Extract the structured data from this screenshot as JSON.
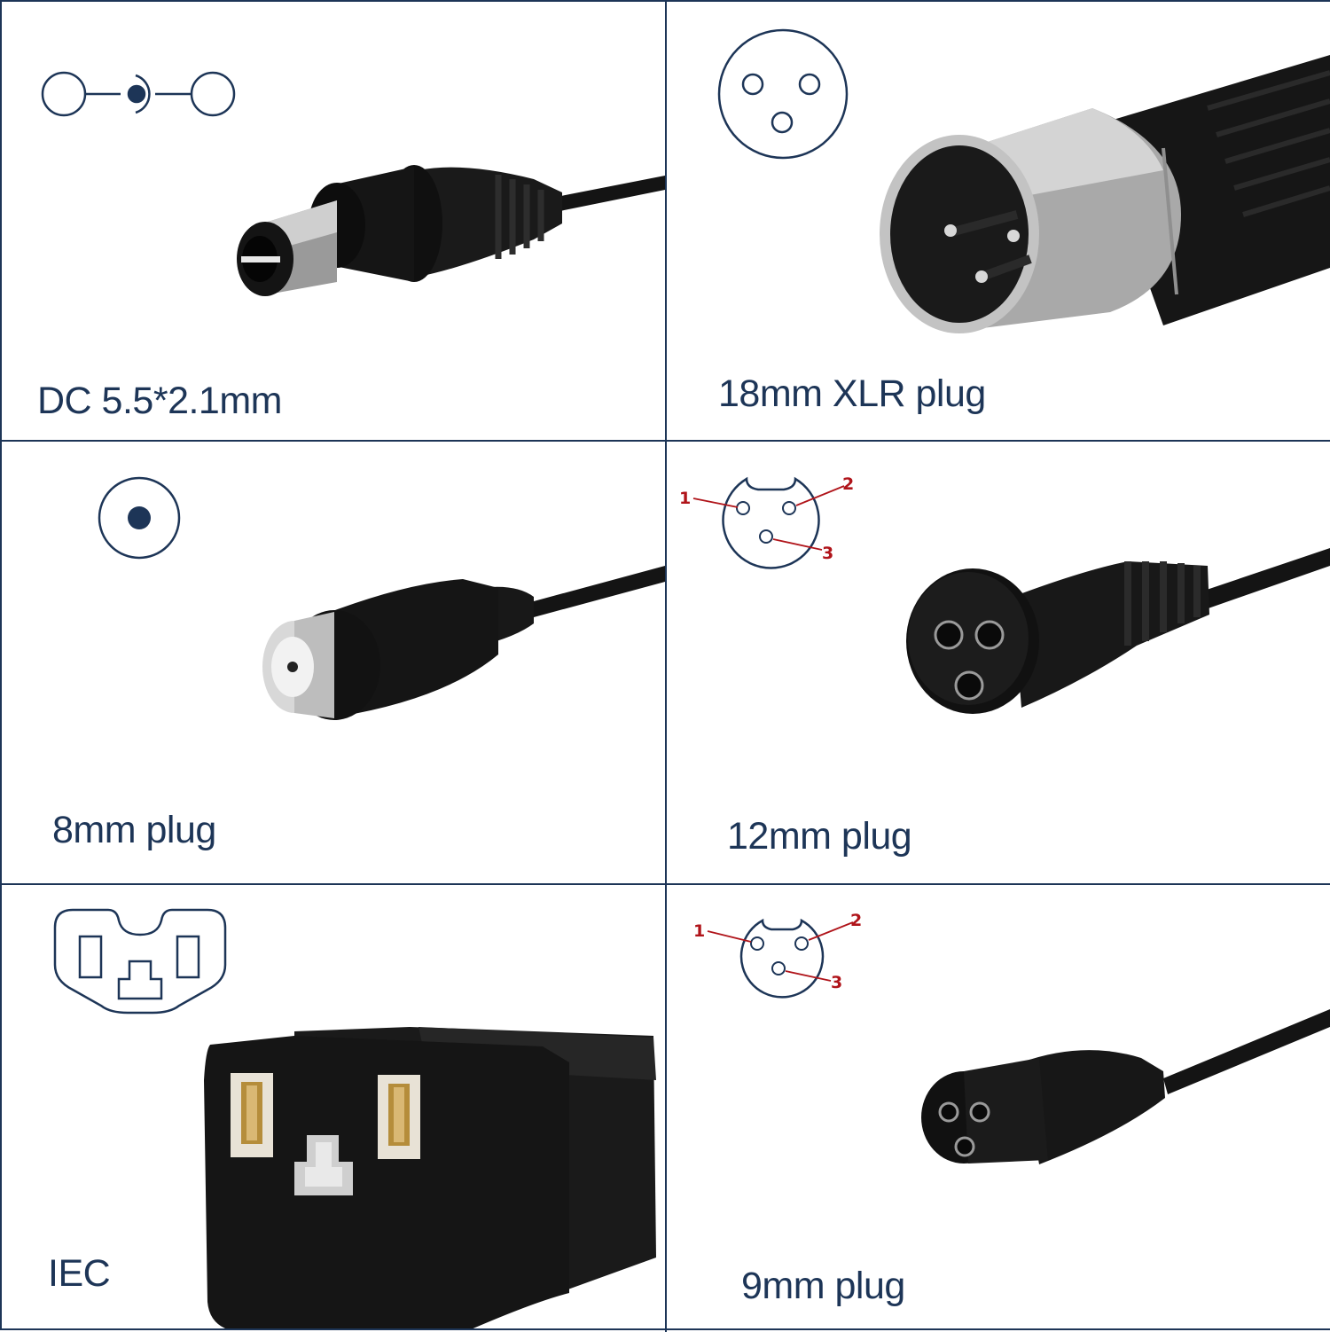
{
  "panels": [
    {
      "label": "DC 5.5*2.1mm",
      "icon": "dc-barrel-symbol-icon"
    },
    {
      "label": "18mm XLR plug",
      "icon": "xlr-3-pin-symbol-icon"
    },
    {
      "label": "8mm plug",
      "icon": "single-pin-symbol-icon"
    },
    {
      "label": "12mm plug",
      "icon": "three-pin-numbered-symbol-icon",
      "pins": [
        "1",
        "2",
        "3"
      ]
    },
    {
      "label": "IEC",
      "icon": "iec-socket-symbol-icon"
    },
    {
      "label": "9mm plug",
      "icon": "three-pin-numbered-symbol-icon",
      "pins": [
        "1",
        "2",
        "3"
      ]
    }
  ],
  "colors": {
    "label_text": "#1d3557",
    "border": "#1d3557",
    "pin_number": "#b0141a",
    "cable_black": "#141414",
    "metal_silver": "#b9b9b9"
  }
}
